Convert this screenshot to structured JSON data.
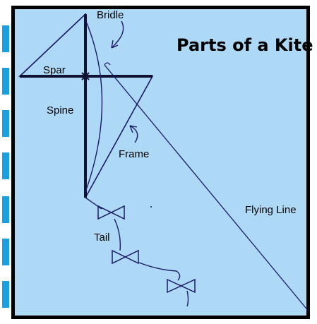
{
  "title": "Parts of a Kite",
  "labels": {
    "bridle": "Bridle",
    "spar": "Spar",
    "spine": "Spine",
    "frame": "Frame",
    "flying_line": "Flying Line",
    "tail": "Tail"
  },
  "colors": {
    "background": "#aed9f6",
    "border": "#000000",
    "side_marks": "#1aa0e0",
    "kite_lines": "#1a1a66"
  }
}
